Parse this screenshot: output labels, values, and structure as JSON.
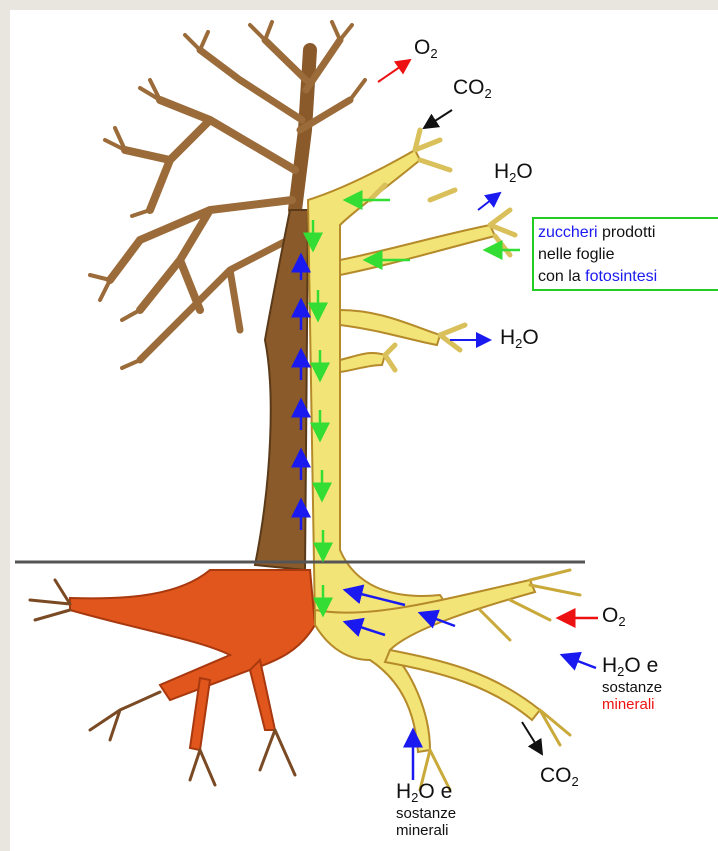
{
  "labels": {
    "o2_top": {
      "base": "O",
      "sub": "2"
    },
    "co2_top": {
      "base": "CO",
      "sub": "2"
    },
    "h2o_top": {
      "base": "H",
      "sub": "2",
      "rest": "O"
    },
    "h2o_mid": {
      "base": "H",
      "sub": "2",
      "rest": "O"
    },
    "o2_right": {
      "base": "O",
      "sub": "2"
    },
    "co2_bottom": {
      "base": "CO",
      "sub": "2"
    },
    "h2o_minerals_right": {
      "base": "H",
      "sub": "2",
      "rest": "O e",
      "line2": "sostanze",
      "line3": "minerali"
    },
    "h2o_minerals_bottom": {
      "base": "H",
      "sub": "2",
      "rest": "O e",
      "line2": "sostanze",
      "line3": "minerali"
    }
  },
  "sugar_box": {
    "word1": "zuccheri",
    "rest1": " prodotti",
    "line2": "nelle foglie",
    "prefix3": "con la ",
    "word3": "fotosintesi"
  },
  "colors": {
    "bark_brown": "#8a5a2b",
    "xylem_yellow": "#f3e477",
    "root_orange": "#e0561d",
    "water_arrow_blue": "#1a1af0",
    "sugar_arrow_green": "#33dd33",
    "oxygen_arrow_red": "#ee1111"
  }
}
